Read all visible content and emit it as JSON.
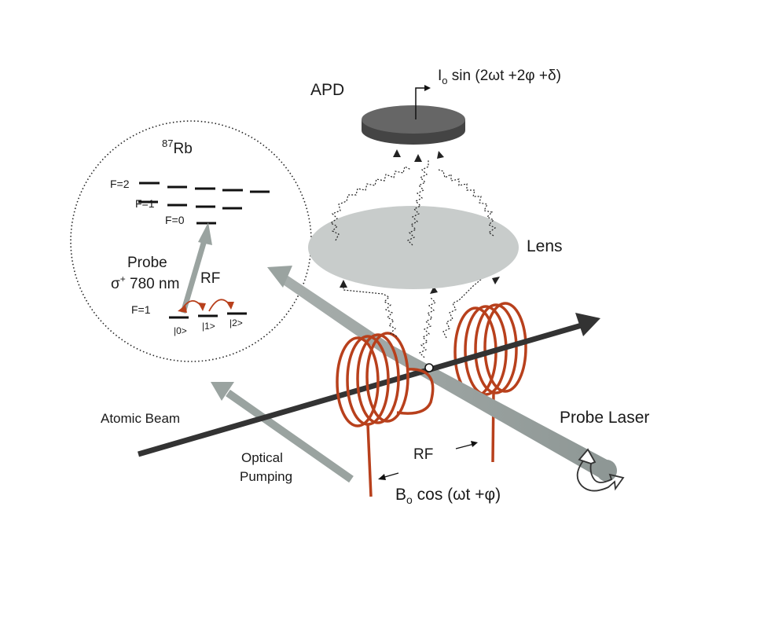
{
  "labels": {
    "apd": "APD",
    "lens": "Lens",
    "probe_laser": "Probe Laser",
    "atomic_beam": "Atomic Beam",
    "optical_pumping_1": "Optical",
    "optical_pumping_2": "Pumping",
    "rf_coil": "RF",
    "signal": {
      "base": "I",
      "sub": "o",
      "rest": " sin (2ωt +2φ +δ)"
    },
    "field": {
      "base": "B",
      "sub": "o",
      "rest": " cos (ωt +φ)"
    }
  },
  "inset": {
    "isotope": {
      "mass": "87",
      "element": "Rb"
    },
    "levels": {
      "f2": "F=2",
      "f1": "F=1",
      "f0": "F=0"
    },
    "probe_1": "Probe",
    "probe_2": {
      "sigma": "σ",
      "sup": "+",
      "rest": " 780 nm"
    },
    "rf": "RF",
    "ground": "F=1",
    "substates": [
      "|0>",
      "|1>",
      "|2>"
    ]
  },
  "colors": {
    "beam": "#333333",
    "laser": "#9aa3a0",
    "coil": "#b8401c",
    "detector": "#555555",
    "lens": "#c8cccb"
  }
}
